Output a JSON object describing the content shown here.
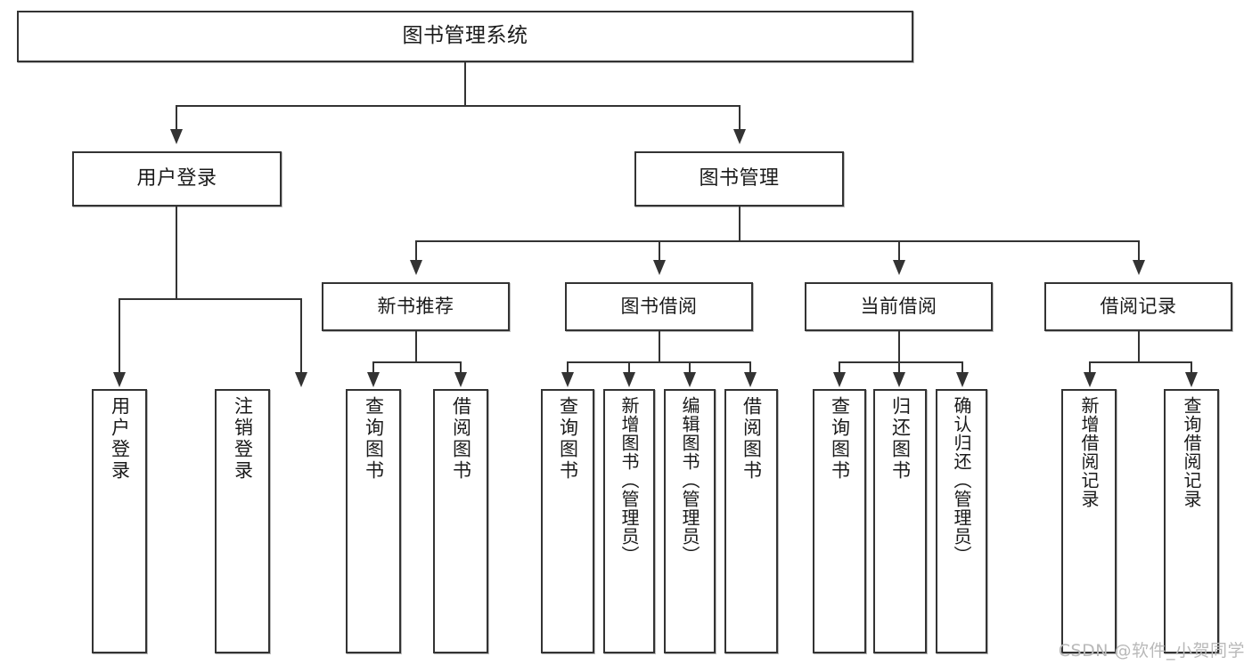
{
  "diagram": {
    "title": "图书管理系统",
    "type": "tree",
    "root": {
      "label": "图书管理系统"
    },
    "level2": [
      {
        "label": "用户登录"
      },
      {
        "label": "图书管理"
      }
    ],
    "level3": [
      {
        "label": "新书推荐"
      },
      {
        "label": "图书借阅"
      },
      {
        "label": "当前借阅"
      },
      {
        "label": "借阅记录"
      }
    ],
    "leaves": {
      "user_login": [
        {
          "label": "用户登录"
        },
        {
          "label": "注销登录"
        }
      ],
      "new_book_recommend": [
        {
          "label": "查询图书"
        },
        {
          "label": "借阅图书"
        }
      ],
      "book_borrow": [
        {
          "label": "查询图书"
        },
        {
          "label": "新增图书（管理员）"
        },
        {
          "label": "编辑图书（管理员）"
        },
        {
          "label": "借阅图书"
        }
      ],
      "current_borrow": [
        {
          "label": "查询图书"
        },
        {
          "label": "归还图书"
        },
        {
          "label": "确认归还（管理员）"
        }
      ],
      "borrow_record": [
        {
          "label": "新增借阅记录"
        },
        {
          "label": "查询借阅记录"
        }
      ]
    }
  },
  "watermark": {
    "text": "CSDN @软件_小贺同学"
  },
  "colors": {
    "box_border": "#333333",
    "line": "#333333",
    "background": "#ffffff",
    "text": "#1a1a1a",
    "watermark": "#b9b9b9"
  }
}
